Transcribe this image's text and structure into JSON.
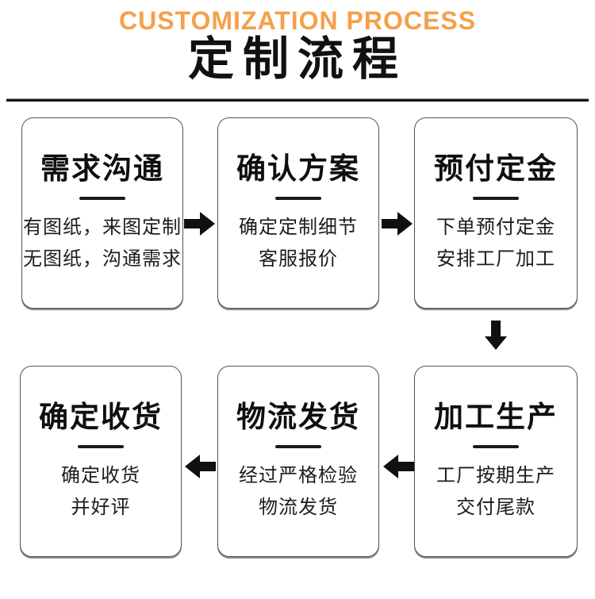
{
  "header": {
    "subtitle": "CUSTOMIZATION PROCESS",
    "title": "定制流程"
  },
  "colors": {
    "accent_orange": "#F5A04A",
    "title_black": "#111111",
    "card_border": "#535353",
    "arrow_black": "#101010"
  },
  "steps": [
    {
      "title": "需求沟通",
      "lines": [
        "有图纸，来图定制",
        "无图纸，沟通需求"
      ]
    },
    {
      "title": "确认方案",
      "lines": [
        "确定定制细节",
        "客服报价"
      ]
    },
    {
      "title": "预付定金",
      "lines": [
        "下单预付定金",
        "安排工厂加工"
      ]
    },
    {
      "title": "加工生产",
      "lines": [
        "工厂按期生产",
        "交付尾款"
      ]
    },
    {
      "title": "物流发货",
      "lines": [
        "经过严格检验",
        "物流发货"
      ]
    },
    {
      "title": "确定收货",
      "lines": [
        "确定收货",
        "并好评"
      ]
    }
  ],
  "flow_icons": [
    "arrow-right-icon",
    "arrow-right-icon",
    "arrow-down-icon",
    "arrow-left-icon",
    "arrow-left-icon"
  ]
}
